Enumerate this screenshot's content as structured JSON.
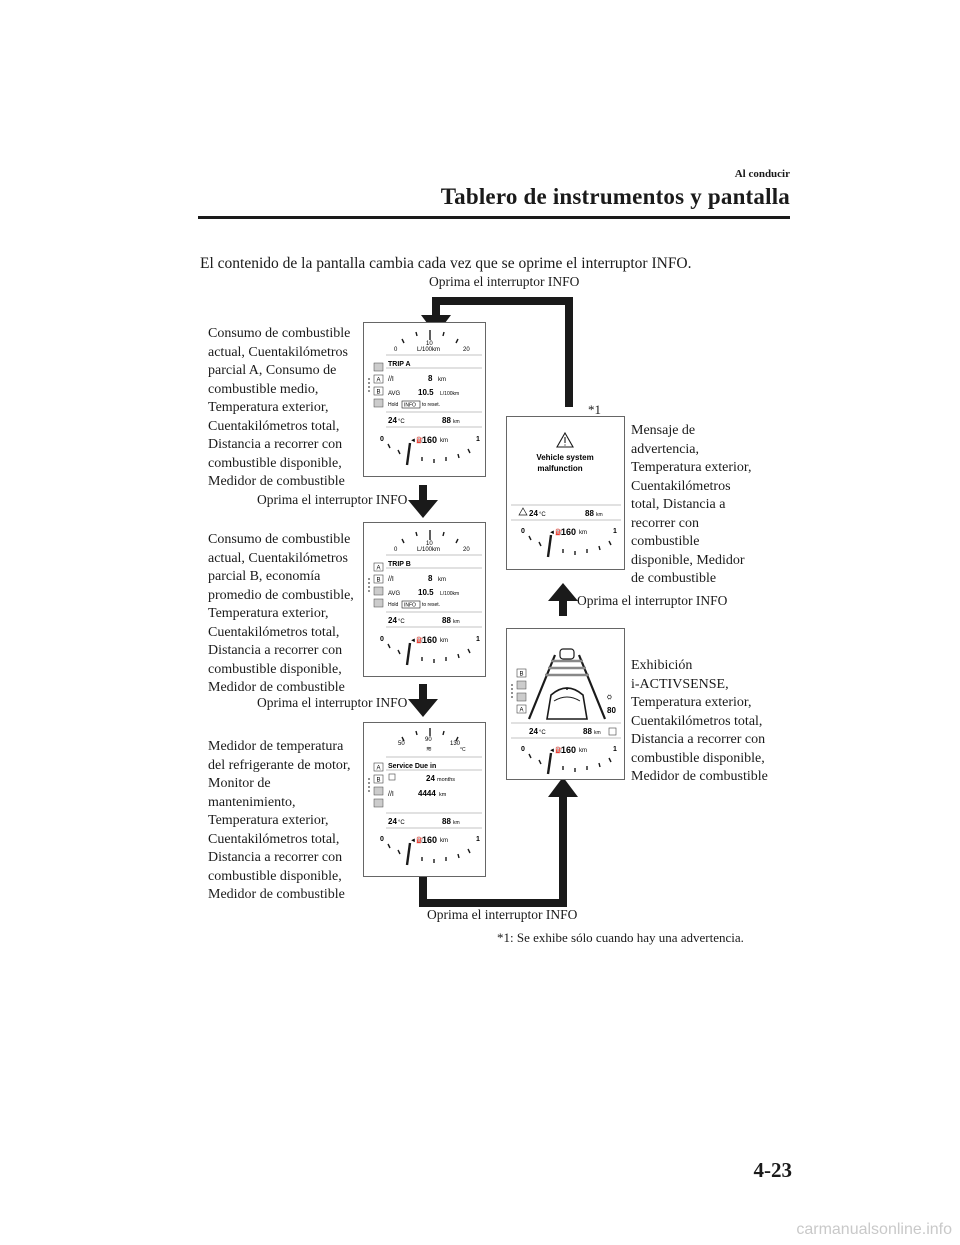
{
  "header": {
    "section": "Al conducir",
    "title": "Tablero de instrumentos y pantalla"
  },
  "intro": "El contenido de la pantalla cambia cada vez que se oprime el interruptor INFO.",
  "press_label": "Oprima el interruptor INFO",
  "captions": {
    "trip_a": [
      "Consumo de combustible",
      "actual, Cuentakilómetros",
      "parcial A, Consumo de",
      "combustible medio,",
      "Temperatura exterior,",
      "Cuentakilómetros total,",
      "Distancia a recorrer con",
      "combustible disponible,",
      "Medidor de combustible"
    ],
    "trip_b": [
      "Consumo de combustible",
      "actual, Cuentakilómetros",
      "parcial B, economía",
      "promedio de combustible,",
      "Temperatura exterior,",
      "Cuentakilómetros total,",
      "Distancia a recorrer con",
      "combustible disponible,",
      "Medidor de combustible"
    ],
    "coolant": [
      "Medidor de temperatura",
      "del refrigerante de motor,",
      "Monitor de",
      "mantenimiento,",
      "Temperatura exterior,",
      "Cuentakilómetros total,",
      "Distancia a recorrer con",
      "combustible disponible,",
      "Medidor de combustible"
    ],
    "warning": [
      "Mensaje de",
      "advertencia,",
      "Temperatura exterior,",
      "Cuentakilómetros",
      "total, Distancia a",
      "recorrer con",
      "combustible",
      "disponible, Medidor",
      "de combustible"
    ],
    "activsense": [
      "Exhibición",
      "i-ACTIVSENSE,",
      "Temperatura exterior,",
      "Cuentakilómetros total,",
      "Distancia a recorrer con",
      "combustible disponible,",
      "Medidor de combustible"
    ]
  },
  "warning_marker": "*1",
  "footnote": "*1: Se exhibe sólo cuando hay una advertencia.",
  "page_number": "4-23",
  "watermark": "carmanualsonline.info",
  "displays": {
    "trip_a": {
      "scale_min": "0",
      "scale_mid": "10",
      "scale_max": "20",
      "unit": "L/100km",
      "trip": "TRIP A",
      "trip_value": "8",
      "trip_unit": "km",
      "avg_label": "AVG",
      "avg_value": "10.5",
      "avg_unit": "L/100km",
      "hold_pre": "Hold",
      "hold_key": "INFO",
      "hold_post": "to reset.",
      "temp": "24",
      "temp_unit": "°C",
      "odo": "88",
      "odo_unit": "km",
      "range": "160",
      "range_unit": "km",
      "fuel_min": "0",
      "fuel_max": "1",
      "mode_a": "A",
      "mode_b": "B"
    },
    "trip_b": {
      "scale_min": "0",
      "scale_mid": "10",
      "scale_max": "20",
      "unit": "L/100km",
      "trip": "TRIP B",
      "trip_value": "8",
      "trip_unit": "km",
      "avg_label": "AVG",
      "avg_value": "10.5",
      "avg_unit": "L/100km",
      "hold_pre": "Hold",
      "hold_key": "INFO",
      "hold_post": "to reset.",
      "temp": "24",
      "temp_unit": "°C",
      "odo": "88",
      "odo_unit": "km",
      "range": "160",
      "range_unit": "km",
      "fuel_min": "0",
      "fuel_max": "1",
      "mode_a": "A",
      "mode_b": "B"
    },
    "coolant": {
      "scale_min": "50",
      "scale_mid": "90",
      "scale_max": "130",
      "scale_unit": "°C",
      "service": "Service Due in",
      "months_value": "24",
      "months_unit": "months",
      "km_value": "4444",
      "km_unit": "km",
      "temp": "24",
      "temp_unit": "°C",
      "odo": "88",
      "odo_unit": "km",
      "range": "160",
      "range_unit": "km",
      "fuel_min": "0",
      "fuel_max": "1",
      "mode_a": "A",
      "mode_b": "B"
    },
    "warning": {
      "message_1": "Vehicle system",
      "message_2": "malfunction",
      "temp": "24",
      "temp_unit": "°C",
      "odo": "88",
      "odo_unit": "km",
      "range": "160",
      "range_unit": "km",
      "fuel_min": "0",
      "fuel_max": "1"
    },
    "activsense": {
      "speed": "80",
      "temp": "24",
      "temp_unit": "°C",
      "odo": "88",
      "odo_unit": "km",
      "range": "160",
      "range_unit": "km",
      "fuel_min": "0",
      "fuel_max": "1",
      "mode_a": "A",
      "mode_b": "B"
    }
  }
}
